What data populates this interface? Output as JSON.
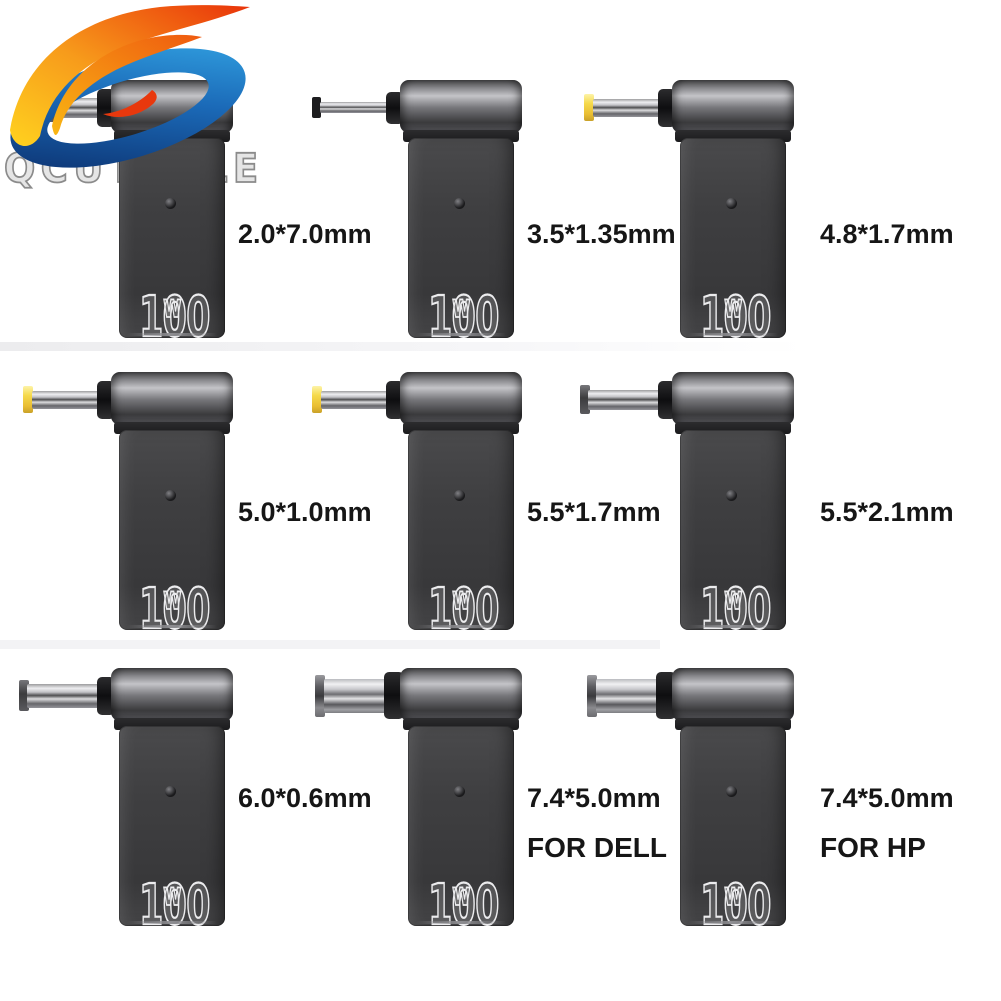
{
  "brand": {
    "name": "QCUTABLE",
    "logo_icon": "brand-swoosh-icon"
  },
  "adapters": [
    {
      "size": "2.0*7.0mm",
      "compat": "",
      "power_value": "100",
      "power_unit": "w",
      "tip_style": "dark-cap"
    },
    {
      "size": "3.5*1.35mm",
      "compat": "",
      "power_value": "100",
      "power_unit": "w",
      "tip_style": "thin-pin"
    },
    {
      "size": "4.8*1.7mm",
      "compat": "",
      "power_value": "100",
      "power_unit": "w",
      "tip_style": "yellow-cap"
    },
    {
      "size": "5.0*1.0mm",
      "compat": "",
      "power_value": "100",
      "power_unit": "w",
      "tip_style": "yellow-cap"
    },
    {
      "size": "5.5*1.7mm",
      "compat": "",
      "power_value": "100",
      "power_unit": "w",
      "tip_style": "yellow-cap"
    },
    {
      "size": "5.5*2.1mm",
      "compat": "",
      "power_value": "100",
      "power_unit": "w",
      "tip_style": "dark-cap"
    },
    {
      "size": "6.0*0.6mm",
      "compat": "",
      "power_value": "100",
      "power_unit": "w",
      "tip_style": "dark-cap"
    },
    {
      "size": "7.4*5.0mm",
      "compat": "FOR DELL",
      "power_value": "100",
      "power_unit": "w",
      "tip_style": "wide-barrel"
    },
    {
      "size": "7.4*5.0mm",
      "compat": "FOR HP",
      "power_value": "100",
      "power_unit": "w",
      "tip_style": "wide-barrel"
    }
  ],
  "colors": {
    "background": "#ffffff",
    "adapter_body": "#3d3d3f",
    "watt_outline": "#ececee",
    "label_text": "#161616",
    "brand_text": "#8b8b8b",
    "tip_yellow": "#f5d94b",
    "logo_yellow": "#ffd21f",
    "logo_orange": "#f79b1b",
    "logo_red": "#e8330a",
    "logo_blue_dark": "#0a2a66",
    "logo_blue_light": "#35aae8"
  }
}
